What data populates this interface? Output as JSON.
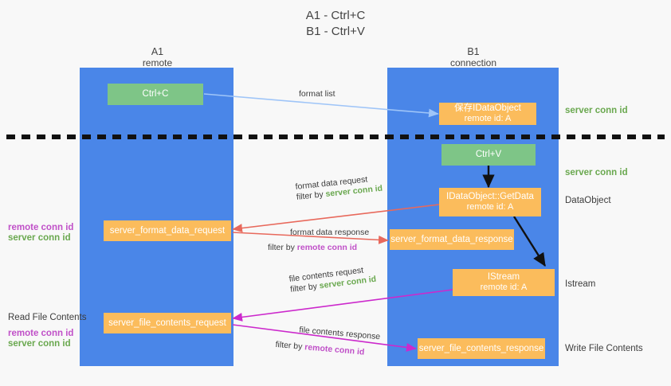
{
  "title": {
    "line1": "A1 - Ctrl+C",
    "line2": "B1 - Ctrl+V"
  },
  "columns": {
    "left": {
      "name": "A1",
      "role": "remote"
    },
    "right": {
      "name": "B1",
      "role": "connection"
    }
  },
  "nodes": {
    "ctrl_c": {
      "label": "Ctrl+C"
    },
    "ctrl_v": {
      "label": "Ctrl+V"
    },
    "data_object_create": {
      "line1": "保存IDataObject",
      "line2": "remote id: A"
    },
    "get_data": {
      "line1": "IDataObject::GetData",
      "line2": "remote id: A"
    },
    "istream": {
      "line1": "IStream",
      "line2": "remote id: A"
    },
    "server_format_data_request": {
      "label": "server_format_data_request"
    },
    "server_format_data_response": {
      "label": "server_format_data_response"
    },
    "server_file_contents_request": {
      "label": "server_file_contents_request"
    },
    "server_file_contents_response": {
      "label": "server_file_contents_response"
    }
  },
  "right_labels": {
    "server_conn_id_top": "server conn id",
    "server_conn_id_mid": "server conn id",
    "data_object": "DataObject",
    "istream": "Istream",
    "write_file_contents": "Write File Contents"
  },
  "left_labels": {
    "remote_conn_id_1": "remote conn id",
    "server_conn_id_1": "server conn id",
    "read_file_contents": "Read File Contents",
    "remote_conn_id_2": "remote conn id",
    "server_conn_id_2": "server conn id"
  },
  "edges": {
    "format_list": {
      "label": "format list"
    },
    "format_data_request": {
      "line1": "format data request",
      "filter_prefix": "filter by ",
      "filter_value": "server conn id"
    },
    "format_data_response": {
      "line1": "format data response",
      "filter_prefix": "filter by ",
      "filter_value": "remote conn id"
    },
    "file_contents_request": {
      "line1": "file contents request",
      "filter_prefix": "filter by ",
      "filter_value": "server conn id"
    },
    "file_contents_response": {
      "line1": "file contents response",
      "filter_prefix": "filter by ",
      "filter_value": "remote conn id"
    }
  },
  "colors": {
    "panel_blue": "#4a86e8",
    "node_green": "#7ec587",
    "node_orange": "#fbbc5c",
    "server_conn_id": "#6aa84f",
    "remote_conn_id": "#c050c8",
    "arrow_light_blue": "#9fc5f8",
    "arrow_red": "#e8695c",
    "arrow_magenta": "#cc29cc",
    "arrow_black": "#000000",
    "background": "#f8f8f8"
  }
}
